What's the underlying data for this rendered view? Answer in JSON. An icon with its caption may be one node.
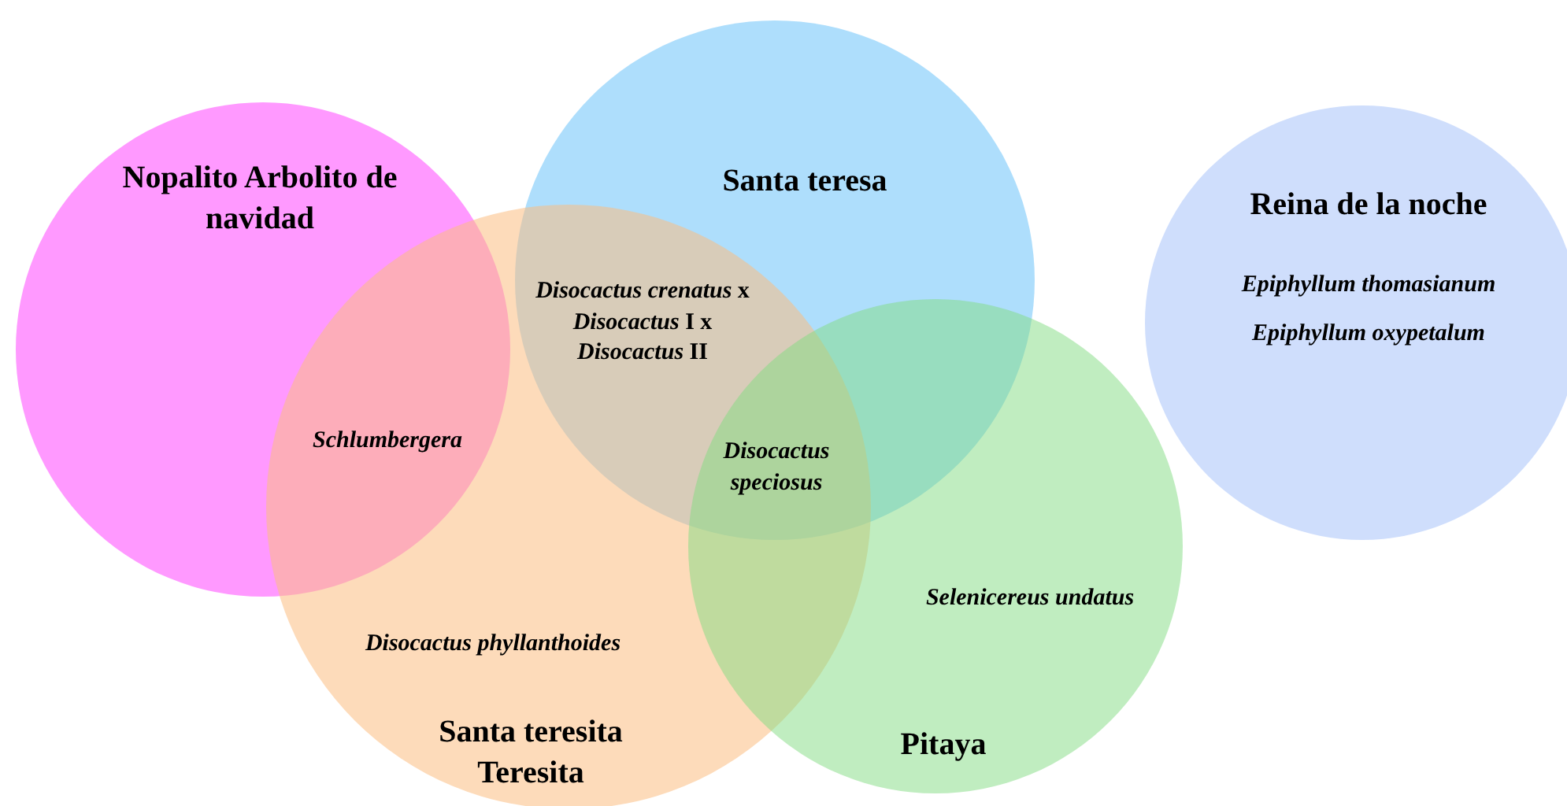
{
  "diagram": {
    "nodes": [
      {
        "text": [
          "Nopalito Arbolito de navidad"
        ]
      },
      {
        "text": [
          "Santa teresa"
        ]
      },
      {
        "text": [
          "Disocactus phyllanthoides",
          "Santa teresita Teresita"
        ]
      },
      {
        "text": [
          "Selenicereus undatus",
          "Pitaya"
        ]
      },
      {
        "text": [
          "Reina de la noche",
          "Epiphyllum thomasianum",
          "Epiphyllum oxypetalum"
        ]
      }
    ],
    "edges": [],
    "labels": [
      "Schlumbergera",
      "*Disocactus crenatus* x *Disocactus* I x *Disocactus* II",
      "Disocactus speciosus"
    ]
  }
}
